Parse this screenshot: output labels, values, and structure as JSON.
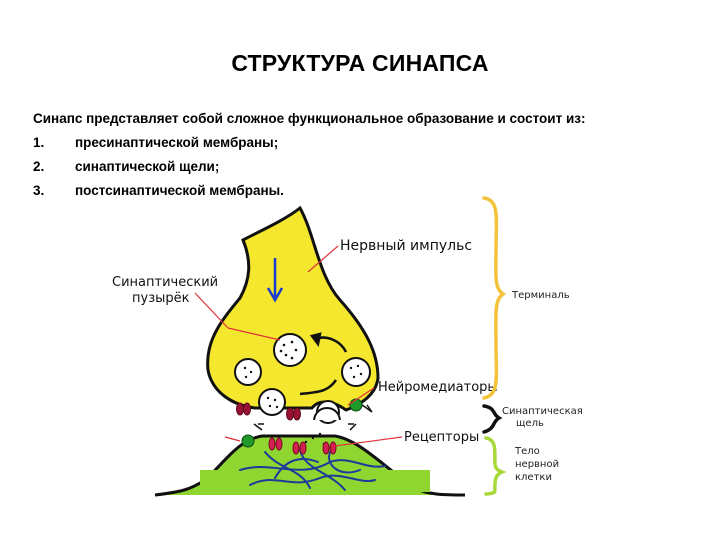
{
  "title": "СТРУКТУРА СИНАПСА",
  "intro": "Синапс представляет собой сложное функциональное образование и состоит из:",
  "items": [
    {
      "num": "1.",
      "text": "пресинаптической мембраны;"
    },
    {
      "num": "2.",
      "text": "синаптической щели;"
    },
    {
      "num": "3.",
      "text": "постсинаптической мембраны."
    }
  ],
  "diagram": {
    "labels": {
      "nerve_impulse": "Нервный импульс",
      "vesicle_line1": "Синаптический",
      "vesicle_line2": "пузырёк",
      "neurotransmitters": "Нейромедиаторы",
      "receptors": "Рецепторы",
      "terminal": "Терминаль",
      "cleft_line1": "Синаптическая",
      "cleft_line2": "щель",
      "body_line1": "Тело",
      "body_line2": "нервной",
      "body_line3": "клетки"
    },
    "colors": {
      "terminal_fill": "#f5e62e",
      "cell_body_fill": "#8fd631",
      "outline": "#111111",
      "label_line": "#e0303a",
      "arrow_impulse": "#1a3bcf",
      "bracket_terminal": "#f2c33b",
      "bracket_cleft": "#111111",
      "bracket_body": "#a8d83a",
      "receptor": "#b3123a",
      "neurotransmitter_green": "#1f9a2a",
      "fibers": "#1e3a9a"
    }
  }
}
